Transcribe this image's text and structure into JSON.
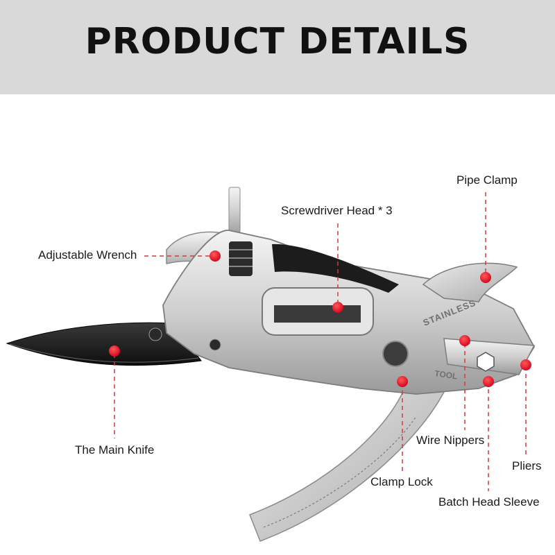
{
  "header": {
    "title": "PRODUCT  DETAILS"
  },
  "product": {
    "blade_stamp": "STAINLESS",
    "handle_stamp": "TOOL"
  },
  "callouts": {
    "pipe_clamp": "Pipe Clamp",
    "screwdriver_head": "Screwdriver Head * 3",
    "adjustable_wrench": "Adjustable Wrench",
    "main_knife": "The Main Knife",
    "wire_nippers": "Wire Nippers",
    "pliers": "Pliers",
    "clamp_lock": "Clamp Lock",
    "batch_head_sleeve": "Batch Head Sleeve"
  },
  "colors": {
    "marker": "#e0001b",
    "banner": "#d9d9d9",
    "leader": "#d43a3a"
  }
}
